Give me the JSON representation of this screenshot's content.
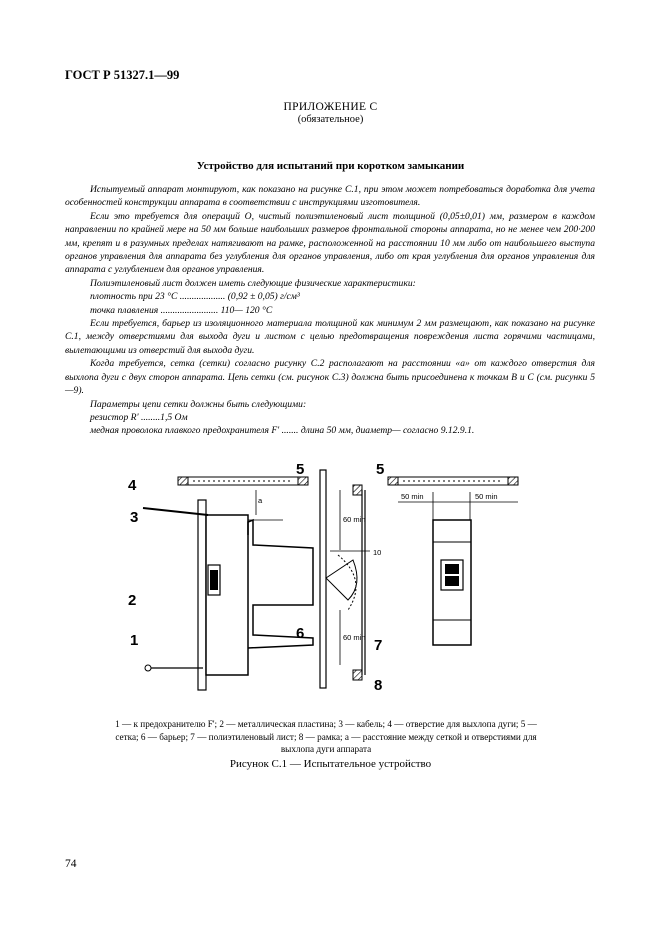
{
  "header": {
    "doc_code": "ГОСТ Р 51327.1—99"
  },
  "appendix": {
    "title": "ПРИЛОЖЕНИЕ С",
    "note": "(обязательное)"
  },
  "section_title": "Устройство для испытаний при коротком замыкании",
  "paragraphs": [
    "Испытуемый аппарат монтируют, как показано на рисунке С.1, при этом может потребоваться доработка для учета особенностей конструкции аппарата в соответствии с инструкциями изготовителя.",
    "Если это требуется для операций О, чистый полиэтиленовый лист толщиной (0,05±0,01) мм, размером в каждом направлении по крайней мере на 50 мм больше наибольших размеров фронтальной стороны аппарата, но не менее чем 200·200 мм, крепят и в разумных пределах натягивают на рамке, расположенной на расстоянии 10 мм либо от наибольшего выступа органов управления для аппарата без углубления для органов управления, либо от края углубления для органов управления для аппарата с углублением для органов управления.",
    "Полиэтиленовый лист должен иметь следующие физические характеристики:",
    "плотность при 23 °С ................... (0,92 ± 0,05) г/см³",
    "точка плавления ........................ 110— 120 °С",
    "Если требуется, барьер из изоляционного материала толщиной как минимум 2 мм размещают, как показано на рисунке С.1, между отверстиями для выхода дуги и листом с целью предотвращения повреждения листа горячими частицами, вылетающими из отверстий для выхода дуги.",
    "Когда требуется, сетка (сетки) согласно рисунку С.2 располагают на расстоянии «а» от каждого отверстия для выхлопа дуги с двух сторон аппарата. Цепь сетки (см. рисунок С.3) должна быть присоединена к точкам В и С (см. рисунки 5—9).",
    "Параметры цепи сетки должны быть следующими:",
    "резистор R' ........1,5 Ом",
    "медная проволока плавкого предохранителя F' ....... длина 50 мм, диаметр— согласно 9.12.9.1."
  ],
  "figure": {
    "labels": [
      "1",
      "2",
      "3",
      "4",
      "5",
      "5",
      "6",
      "7",
      "8"
    ],
    "dims": {
      "a": "a",
      "d60_top": "60 min",
      "d60_bottom": "60 min",
      "d10": "10",
      "d50_left": "50 min",
      "d50_right": "50 min"
    },
    "legend": "1 — к предохранителю F'; 2 — металлическая пластина; 3 — кабель; 4 — отверстие для выхлопа дуги; 5 — сетка; 6 — барьер; 7 — полиэтиленовый лист; 8 — рамка; а — расстояние между сеткой и отверстиями для выхлопа дуги аппарата",
    "caption": "Рисунок С.1 — Испытательное устройство"
  },
  "page_number": "74"
}
